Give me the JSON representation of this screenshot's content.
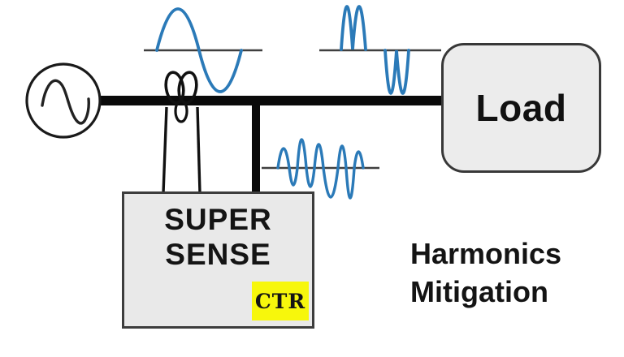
{
  "diagram": {
    "load": {
      "label": "Load"
    },
    "sense_box": {
      "label_line1": "SUPER",
      "label_line2": "SENSE",
      "badge_label": "CTR"
    },
    "caption": {
      "line1": "Harmonics",
      "line2": "Mitigation"
    },
    "waveform_icons": [
      {
        "name": "clean-sine-waveform"
      },
      {
        "name": "load-distorted-waveform"
      },
      {
        "name": "branch-harmonics-waveform"
      }
    ],
    "colors": {
      "waveform_blue": "#2b7ab8",
      "axis_line_gray": "#3f3f3f",
      "bus_black": "#0a0a0a",
      "coil_black": "#111111",
      "box_fill_gray": "#ececec",
      "box_border_gray": "#383838",
      "badge_yellow": "#f7f70c",
      "text_dark": "#141414"
    }
  }
}
